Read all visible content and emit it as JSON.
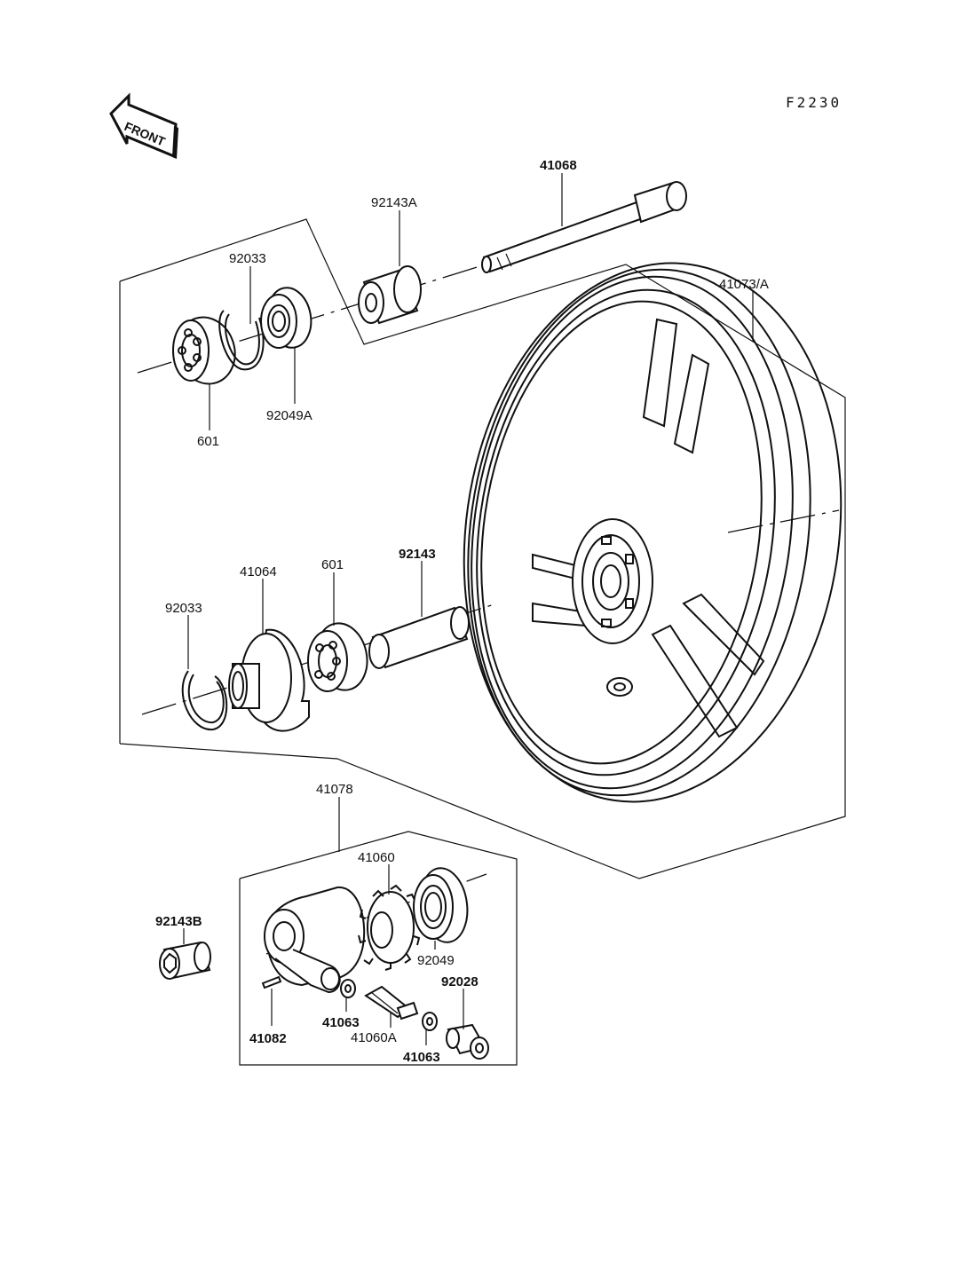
{
  "figure_code": "F2230",
  "front_marker": "FRONT",
  "labels": {
    "axle": "41068",
    "collar_a": "92143A",
    "wheel": "41073/A",
    "circlip_top": "92033",
    "bearing_top": "601",
    "seal_a": "92049A",
    "coupling": "41064",
    "bearing_mid": "601",
    "collar": "92143",
    "circlip_mid": "92033",
    "gear_housing_assy": "41078",
    "gear_ring": "41060",
    "seal": "92049",
    "collar_b": "92143B",
    "seal_small": "92028",
    "pin": "41082",
    "washer_1": "41063",
    "pinion": "41060A",
    "washer_2": "41063"
  }
}
